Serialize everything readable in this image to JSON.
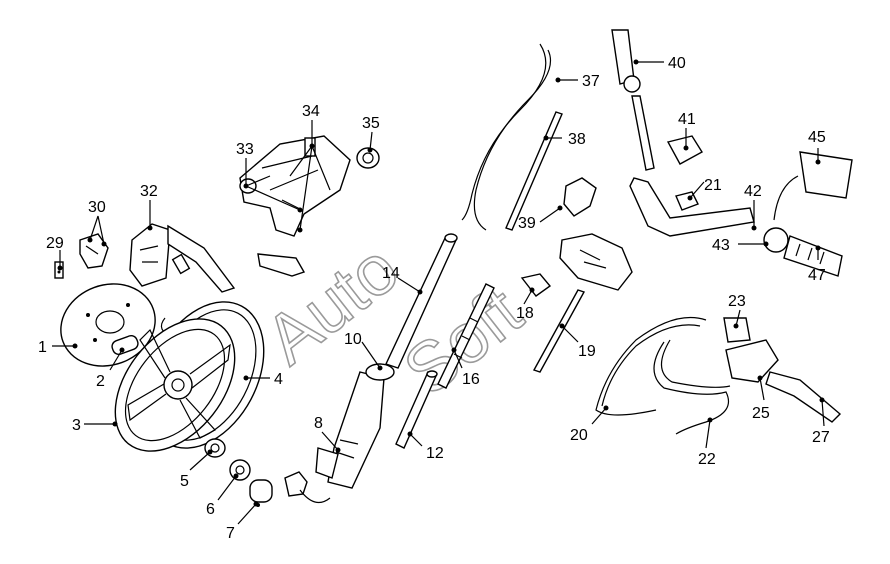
{
  "watermark": {
    "line1": "Auto",
    "line2": "Soft"
  },
  "callouts": [
    "1",
    "2",
    "3",
    "4",
    "5",
    "6",
    "7",
    "8",
    "10",
    "12",
    "14",
    "16",
    "18",
    "19",
    "20",
    "21",
    "22",
    "23",
    "25",
    "27",
    "29",
    "30",
    "32",
    "33",
    "34",
    "35",
    "37",
    "38",
    "39",
    "40",
    "41",
    "42",
    "43",
    "45",
    "47"
  ]
}
